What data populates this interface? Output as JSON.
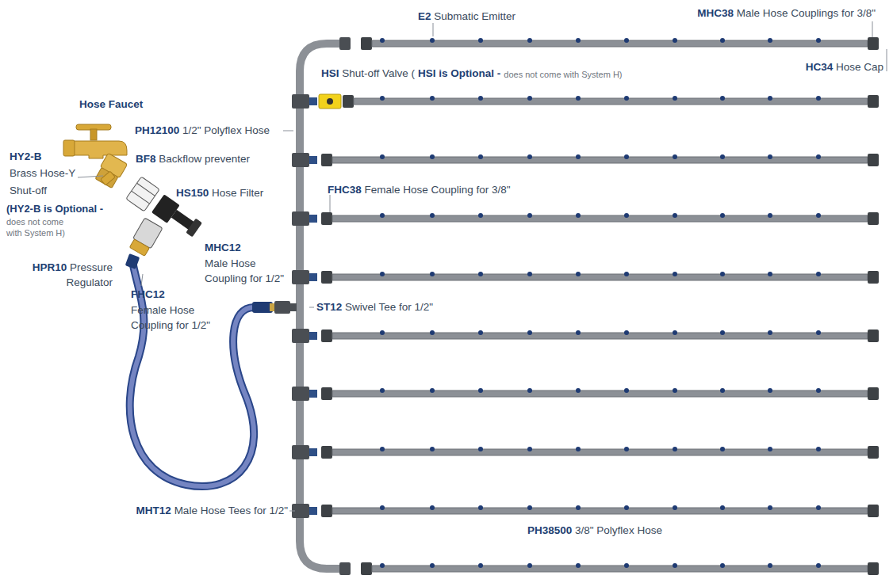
{
  "diagram": {
    "labels": [
      "E2 Submatic Emitter",
      "MHC38 Male Hose Couplings for 3/8\"",
      "HC34 Hose Cap",
      "HSI Shut-off Valve (",
      "HSI is Optional -",
      "does not come with System H)",
      "Hose Faucet",
      "PH12100 1/2\" Polyflex Hose",
      "HY2-B",
      "Brass Hose-Y Shut-off",
      "(HY2-B is Optional -",
      "does not come with System H)",
      "BF8 Backflow preventer",
      "HS150 Hose Filter",
      "HPR10 Pressure Regulator",
      "FHC12",
      "Female Hose Coupling for 1/2\"",
      "MHC12",
      "Male Hose Coupling for 1/2\"",
      "FHC38 Female Hose Coupling for 3/8\"",
      "ST12 Swivel Tee for 1/2\"",
      "MHT12 Male Hose Tees for 1/2\"",
      "PH38500 3/8\" Polyflex Hose"
    ]
  }
}
